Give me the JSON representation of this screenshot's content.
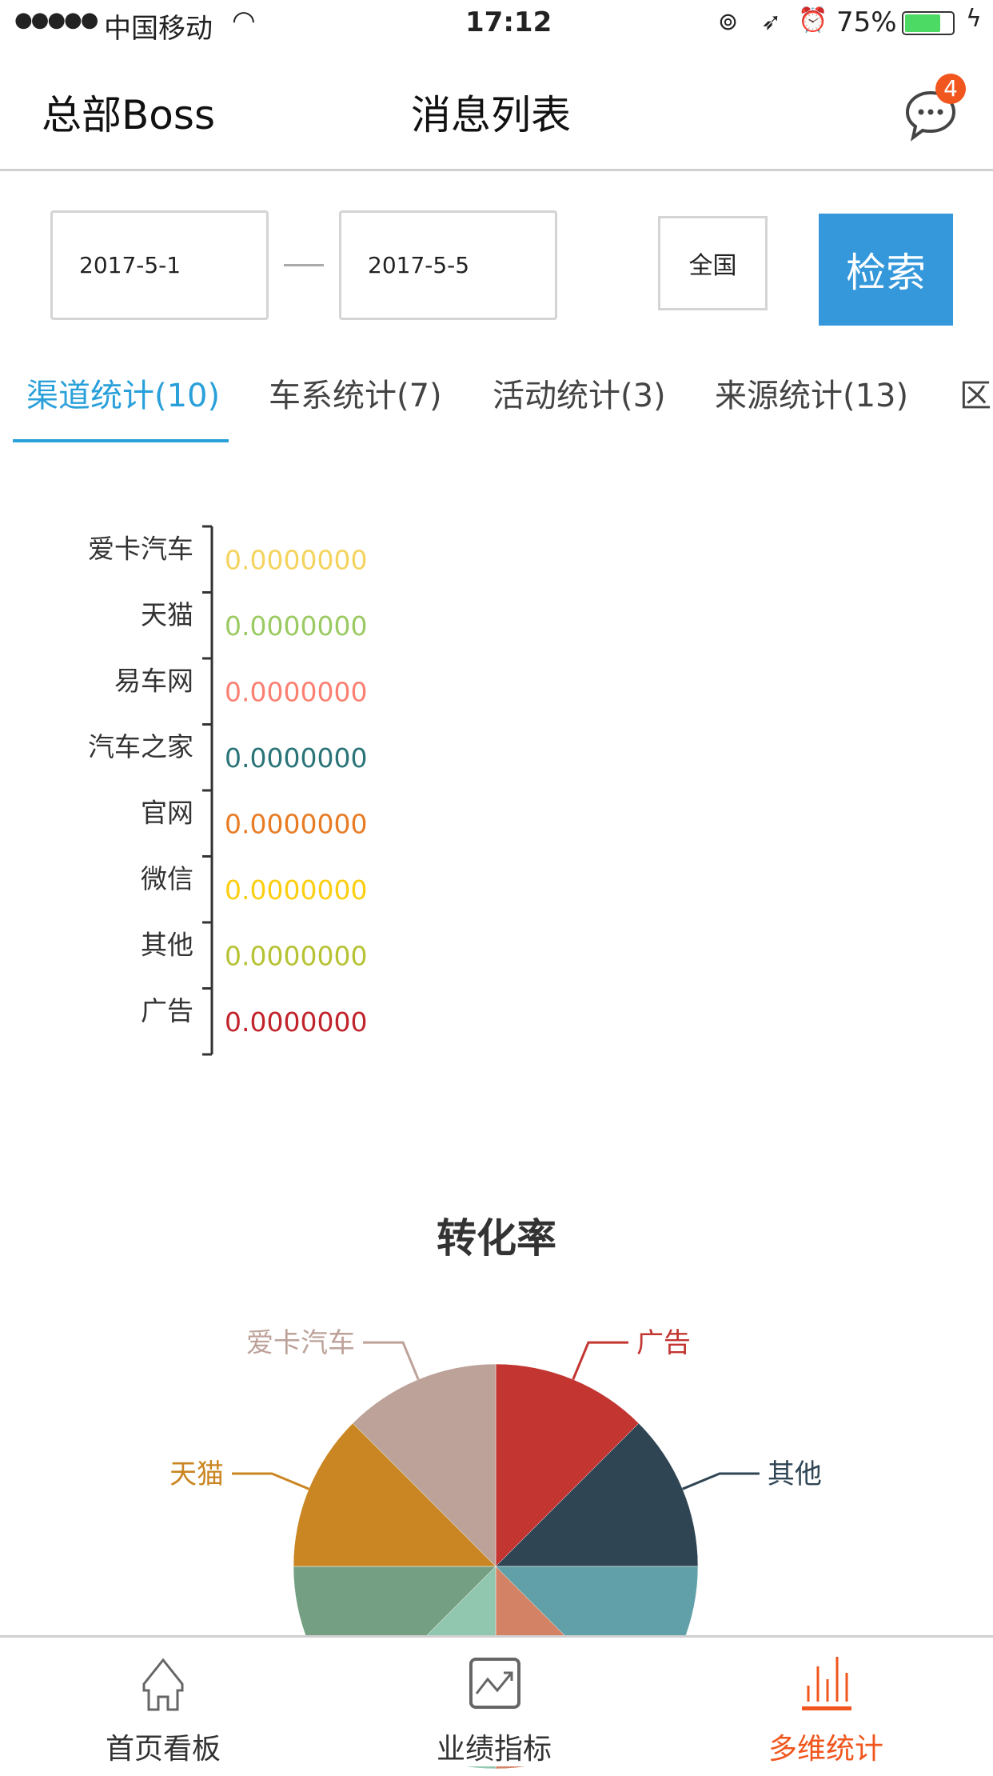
{
  "status_bar": {
    "signal": "●●●●●",
    "carrier": "中国移动",
    "time": "17:12",
    "battery": "75%"
  },
  "header": {
    "left_title": "总部Boss",
    "title": "消息列表",
    "badge_count": "4"
  },
  "filters": {
    "start_date": "2017-5-1",
    "end_date": "2017-5-5",
    "region": "全国",
    "search_label": "检索"
  },
  "tabs": [
    {
      "label": "渠道统计(10)",
      "active": true
    },
    {
      "label": "车系统计(7)"
    },
    {
      "label": "活动统计(3)"
    },
    {
      "label": "来源统计(13)"
    },
    {
      "label": "区"
    }
  ],
  "chart_data": [
    {
      "type": "bar",
      "orientation": "horizontal",
      "categories": [
        "爱卡汽车",
        "天猫",
        "易车网",
        "汽车之家",
        "官网",
        "微信",
        "其他",
        "广告"
      ],
      "values": [
        0,
        0,
        0,
        0,
        0,
        0,
        0,
        0
      ],
      "data_labels": [
        "0.0000000",
        "0.0000000",
        "0.0000000",
        "0.0000000",
        "0.0000000",
        "0.0000000",
        "0.0000000",
        "0.0000000"
      ],
      "colors": [
        "#f4d35e",
        "#9bca63",
        "#fa8072",
        "#2a7478",
        "#e87c25",
        "#fcce10",
        "#b5c334",
        "#c1232b"
      ],
      "title": ""
    },
    {
      "type": "pie",
      "title": "转化率",
      "shape": "half-visible (clipped by bottom nav)",
      "slices": [
        {
          "name": "广告",
          "value": 0,
          "color": "#c23531"
        },
        {
          "name": "其他",
          "value": 0,
          "color": "#2f4554"
        },
        {
          "name": "",
          "value": 0,
          "color": "#61a0a8"
        },
        {
          "name": "",
          "value": 0,
          "color": "#d48265"
        },
        {
          "name": "",
          "value": 0,
          "color": "#91c7ae"
        },
        {
          "name": "",
          "value": 0,
          "color": "#749f83"
        },
        {
          "name": "天猫",
          "value": 0,
          "color": "#ca8622"
        },
        {
          "name": "爱卡汽车",
          "value": 0,
          "color": "#bda29a"
        }
      ]
    }
  ],
  "bottom_nav": [
    {
      "label": "首页看板",
      "icon": "home-icon"
    },
    {
      "label": "业绩指标",
      "icon": "trend-chart-icon"
    },
    {
      "label": "多维统计",
      "icon": "bar-stats-icon",
      "active": true
    }
  ],
  "colors": {
    "accent": "#2aa0da",
    "search_button": "#3498db",
    "nav_active": "#f0561d",
    "badge": "#f0561d"
  }
}
